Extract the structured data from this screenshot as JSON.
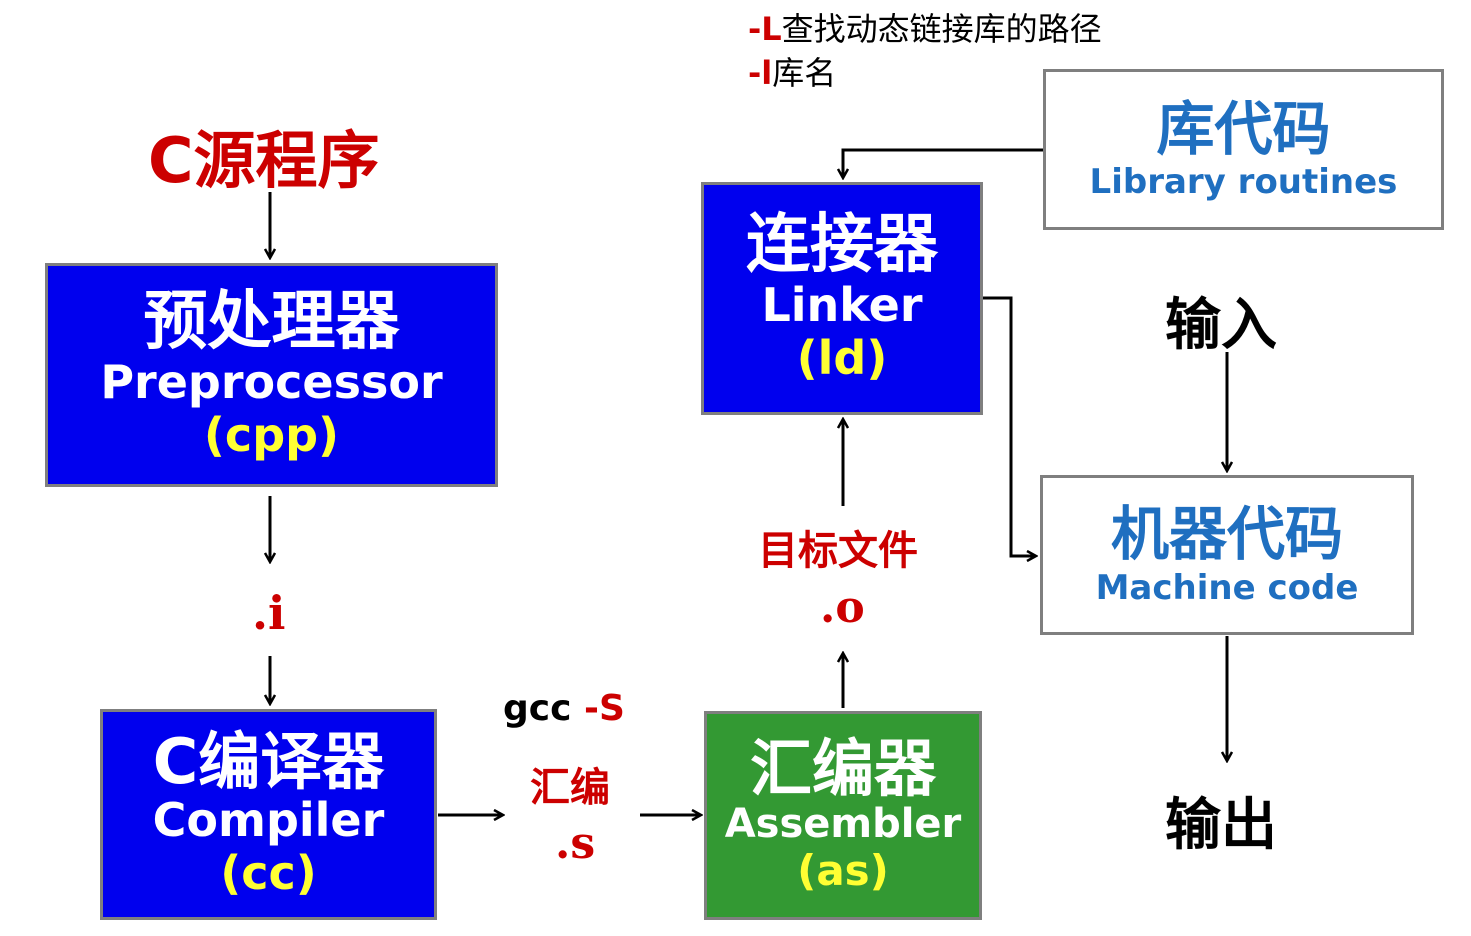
{
  "note": {
    "line1_flag": "-L",
    "line1_text": "查找动态链接库的路径",
    "line2_flag": "-l",
    "line2_text": "库名"
  },
  "source": {
    "label": "C源程序"
  },
  "preprocessor": {
    "zh": "预处理器",
    "en": "Preprocessor",
    "cmd": "(cpp)"
  },
  "i_ext": ".i",
  "compiler": {
    "zh": "C编译器",
    "en": "Compiler",
    "cmd": "(cc)"
  },
  "gcc_step": {
    "cmd": "gcc",
    "flag": "-S",
    "label": "汇编",
    "ext": ".s"
  },
  "assembler": {
    "zh": "汇编器",
    "en": "Assembler",
    "cmd": "(as)"
  },
  "object": {
    "label": "目标文件",
    "ext": ".o"
  },
  "linker": {
    "zh": "连接器",
    "en": "Linker",
    "cmd": "(ld)"
  },
  "library": {
    "zh": "库代码",
    "en": "Library routines"
  },
  "input_label": "输入",
  "machine": {
    "zh": "机器代码",
    "en": "Machine code"
  },
  "output_label": "输出",
  "colors": {
    "blue_box": "#0000ee",
    "green_box": "#339933",
    "red_text": "#cc0000",
    "yellow_text": "#ffff33",
    "library_text": "#1f6fc0"
  }
}
